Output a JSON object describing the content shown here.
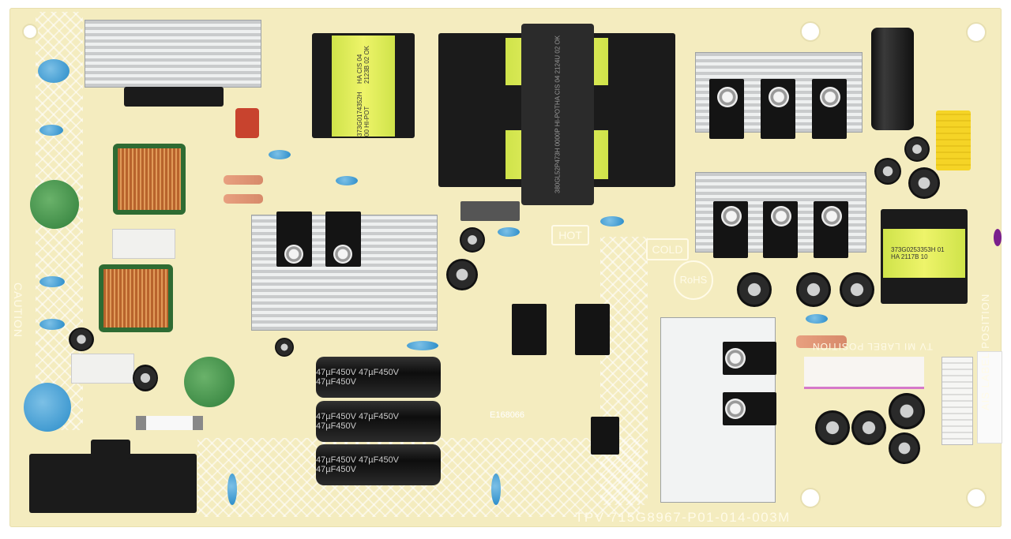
{
  "board": {
    "model_marking": "TPV  715G8967-P01-014-003M",
    "zone_hot": "HOT",
    "zone_cold": "COLD",
    "rohs": "RoHS",
    "caution": "CAUTION",
    "cert": "E168066",
    "ais_label": "AIS LABEL POSITION",
    "tv_label": "TV MI LABEL POSITION"
  },
  "components": {
    "small_transformer_label": [
      "373G0174352H  00  HI-POT",
      "HA  CIS 04  2123B  02  OK"
    ],
    "main_transformer_label": [
      "380GL52P473H  0000P  HI-POT",
      "HA  CIS 04  2124U  02  OK"
    ],
    "standby_transformer_label": [
      "373G0253353H   01",
      "HA          2117B 10"
    ],
    "bulk_capacitor_marking": "47µF450V  47µF450V  47µF450V"
  },
  "colors": {
    "board": "#f4ecbf",
    "transformer_tape": "#e4ef5c",
    "heatsink": "#d0d3d4",
    "capacitor_blue": "#3a93cc",
    "varistor_green": "#3f8e45"
  }
}
